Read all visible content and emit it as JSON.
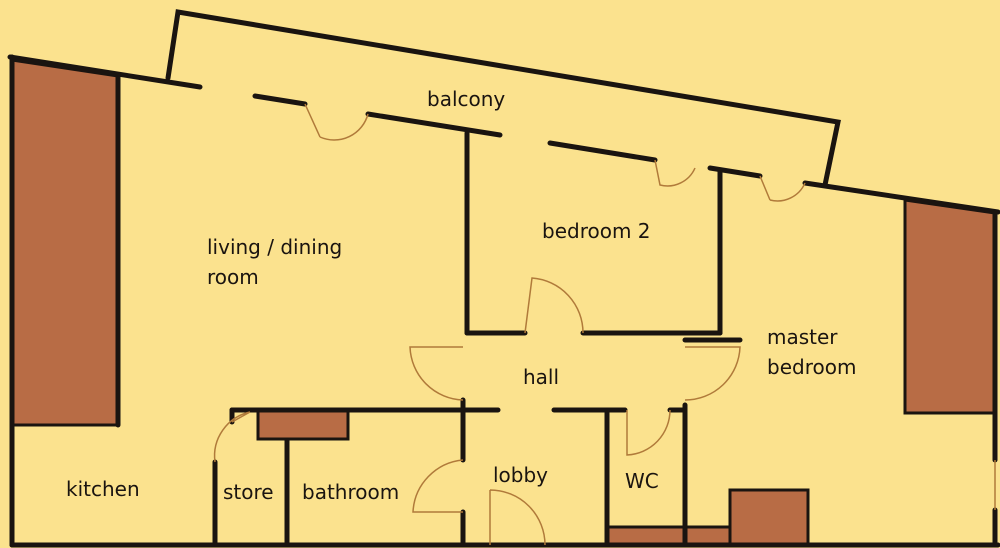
{
  "colors": {
    "background": "#fbe28e",
    "wall": "#1a1410",
    "fixture": "#b86c45",
    "door": "#b07a3a"
  },
  "rooms": {
    "balcony": "balcony",
    "living_line1": "living / dining",
    "living_line2": "room",
    "bedroom2": "bedroom 2",
    "hall": "hall",
    "master_line1": "master",
    "master_line2": "bedroom",
    "kitchen": "kitchen",
    "store": "store",
    "bathroom": "bathroom",
    "lobby": "lobby",
    "wc": "WC"
  }
}
